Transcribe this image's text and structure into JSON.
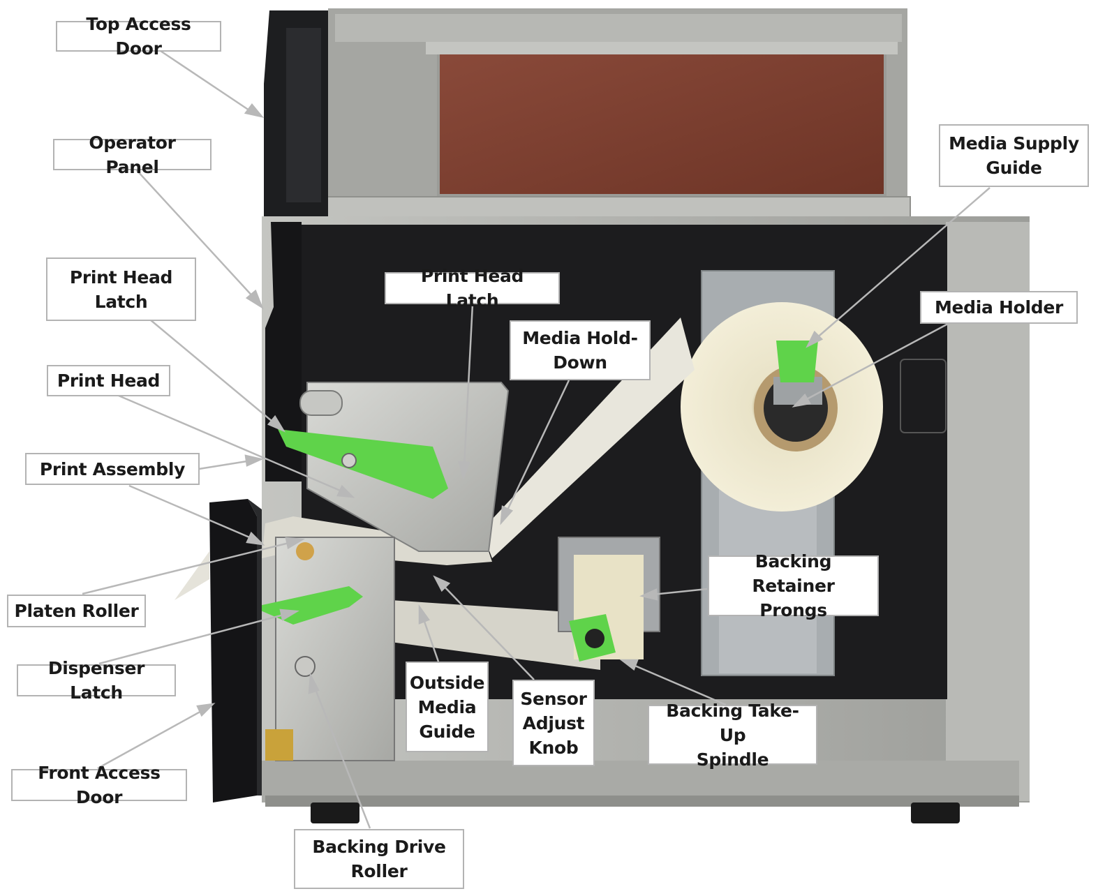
{
  "callouts": {
    "top_access_door": [
      "Top Access Door"
    ],
    "operator_panel": [
      "Operator Panel"
    ],
    "print_head_latch_left": [
      "Print Head",
      "Latch"
    ],
    "print_head": [
      "Print Head"
    ],
    "print_assembly": [
      "Print Assembly"
    ],
    "platen_roller": [
      "Platen Roller"
    ],
    "dispenser_latch": [
      "Dispenser Latch"
    ],
    "front_access_door": [
      "Front Access Door"
    ],
    "backing_drive_roller": [
      "Backing Drive",
      "Roller"
    ],
    "print_head_latch_top": [
      "Print Head Latch"
    ],
    "media_hold_down": [
      "Media Hold-",
      "Down"
    ],
    "outside_media_guide": [
      "Outside",
      "Media",
      "Guide"
    ],
    "sensor_adjust_knob": [
      "Sensor",
      "Adjust",
      "Knob"
    ],
    "backing_take_up_spindle": [
      "Backing Take-Up",
      "Spindle"
    ],
    "backing_retainer_prongs": [
      "Backing Retainer",
      "Prongs"
    ],
    "media_holder": [
      "Media Holder"
    ],
    "media_supply_guide": [
      "Media Supply",
      "Guide"
    ]
  },
  "colors": {
    "leader_line": "#b8b8b8",
    "label_border": "#b3b3b3",
    "label_text": "#1a1a1a",
    "printer_frame": "#a9aaa6",
    "printer_dark_panel": "#1c1c1e",
    "window_tint": "#7a3b2e",
    "latch_green": "#5fd34a",
    "media_roll": "#efe9cf"
  },
  "icons": [
    "arrow-head-icon"
  ]
}
